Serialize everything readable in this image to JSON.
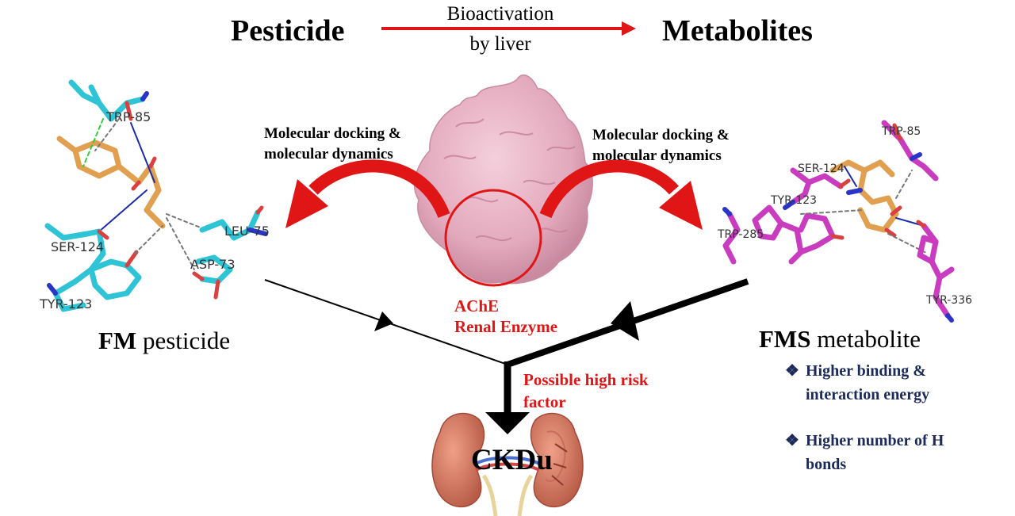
{
  "header": {
    "pesticide": "Pesticide",
    "metabolites": "Metabolites",
    "arrow_line1": "Bioactivation",
    "arrow_line2": "by liver"
  },
  "left_method": {
    "line1": "Molecular docking &",
    "line2": "molecular dynamics"
  },
  "right_method": {
    "line1": "Molecular docking &",
    "line2": "molecular dynamics"
  },
  "enzyme": {
    "line1": "AChE",
    "line2": "Renal Enzyme"
  },
  "left_compound": {
    "bold": "FM",
    "rest": " pesticide"
  },
  "right_compound": {
    "bold": "FMS",
    "rest": " metabolite"
  },
  "left_residues": [
    "TRP-85",
    "SER-124",
    "LEU-75",
    "ASP-73",
    "TYR-123"
  ],
  "right_residues": [
    "TRP-85",
    "SER-124",
    "TYR-123",
    "TRP-285",
    "TYR-336"
  ],
  "risk": {
    "line1": "Possible high risk",
    "line2": "factor"
  },
  "bullets": [
    {
      "line1": "Higher binding &",
      "line2": "interaction energy"
    },
    {
      "line1": "Higher number of H",
      "line2": "bonds"
    }
  ],
  "bullet_mark": "❖",
  "outcome": "CKDu",
  "colors": {
    "red": "#e01616",
    "bullet_text": "#1b2a5a",
    "protein": "#e8b5c6",
    "cyan_stick": "#2ec4d6",
    "magenta_stick": "#c93cc0",
    "ligand": "#e0a050"
  },
  "icons": [
    "protein-surface-icon",
    "left-ligand-complex-icon",
    "right-ligand-complex-icon",
    "kidneys-icon"
  ]
}
